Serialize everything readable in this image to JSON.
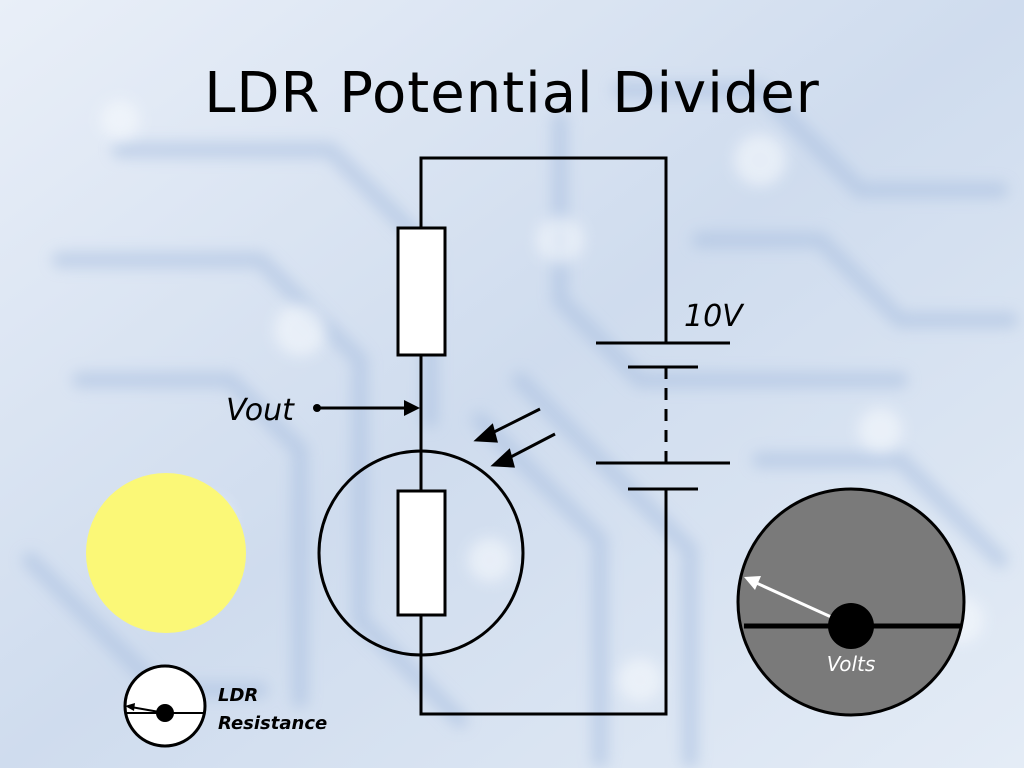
{
  "slide": {
    "title": "LDR Potential Divider"
  },
  "circuit": {
    "supply_label": "10V",
    "output_label": "Vout"
  },
  "meter": {
    "label": "Volts"
  },
  "ldr_gauge": {
    "label_line1": "LDR",
    "label_line2": "Resistance"
  },
  "colors": {
    "background": "#dbe6f3",
    "light_source": "#fbf877",
    "meter_face": "#7a7a7a",
    "line": "#000000"
  },
  "icons": {
    "light_source": "yellow-circle",
    "light_rays": "two-diagonal-arrows",
    "resistor": "rectangle",
    "ldr": "rectangle-in-circle",
    "battery": "cell-plates",
    "voltmeter": "analog-dial",
    "ldr_meter": "analog-dial-small"
  }
}
